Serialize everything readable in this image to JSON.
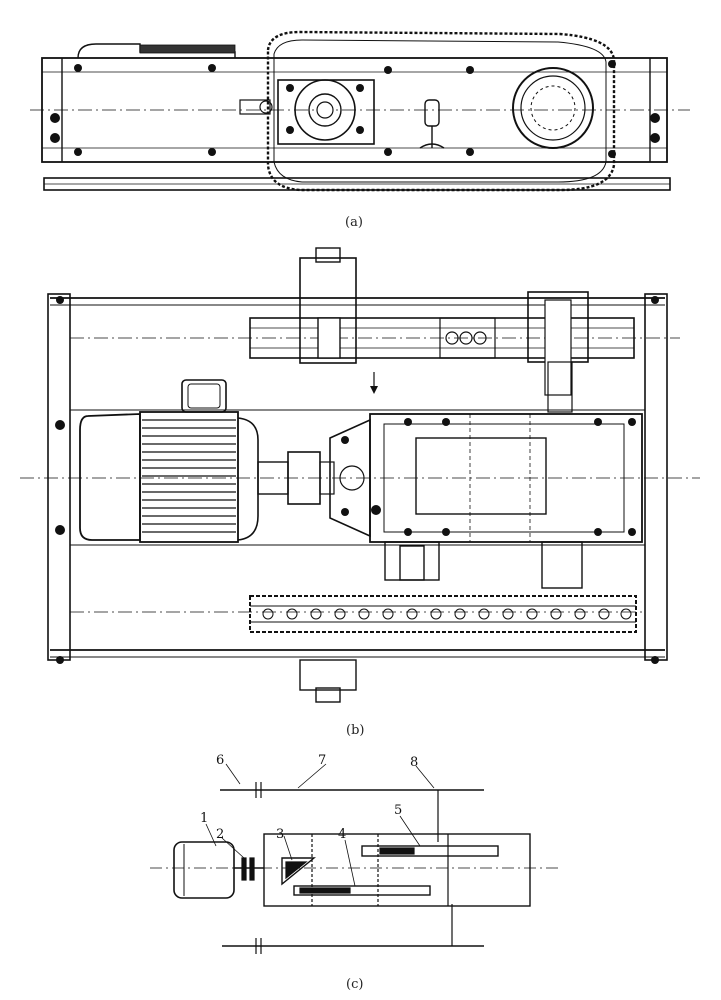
{
  "figure": {
    "captions": {
      "a": "(a)",
      "b": "(b)",
      "c": "(c)"
    },
    "callouts": [
      "1",
      "2",
      "3",
      "4",
      "5",
      "6",
      "7",
      "8"
    ]
  }
}
